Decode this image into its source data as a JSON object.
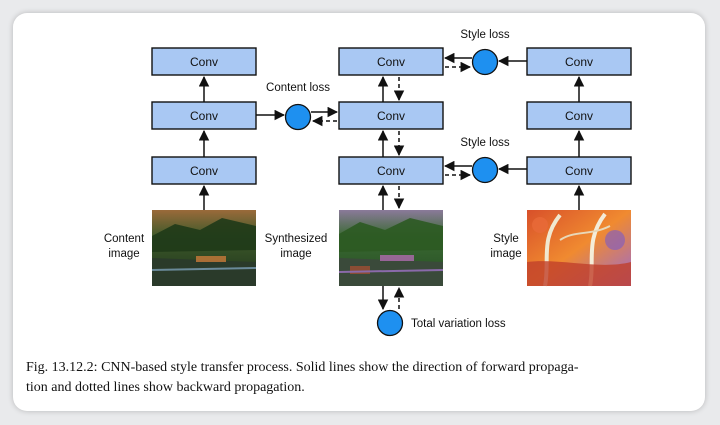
{
  "diagram": {
    "box_label": "Conv",
    "content_loss": "Content loss",
    "style_loss": "Style loss",
    "total_variation_loss": "Total variation loss",
    "content_image_label": [
      "Content",
      "image"
    ],
    "synthesized_image_label": [
      "Synthesized",
      "image"
    ],
    "style_image_label": [
      "Style",
      "image"
    ],
    "colors": {
      "box_fill": "#a9c8f3",
      "node_fill": "#1e90f0"
    }
  },
  "caption": {
    "line1": "Fig. 13.12.2: CNN-based style transfer process. Solid lines show the direction of forward propaga-",
    "line2": "tion and dotted lines show backward propagation."
  }
}
